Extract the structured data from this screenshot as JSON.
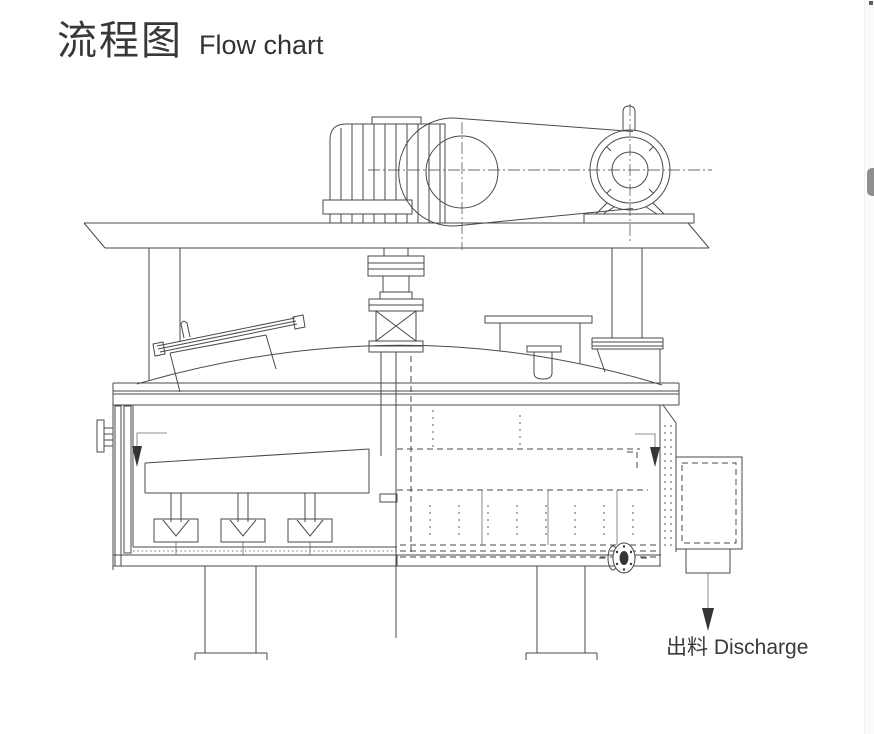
{
  "header": {
    "title_zh": "流程图",
    "title_en": "Flow chart"
  },
  "diagram": {
    "discharge_label": "出料 Discharge",
    "parts": [
      "drive-unit",
      "belt-guard",
      "drive-motor",
      "drive-platform",
      "platform-legs",
      "agitator-shaft-assembly",
      "vessel-dome",
      "manhole-cover",
      "vent-nozzle",
      "dome-bracket",
      "feed-duct",
      "vessel-flange",
      "vessel-shell",
      "side-nozzle",
      "plough-assembly",
      "hidden-detail",
      "flow-arrows",
      "sight-glass",
      "discharge-chute",
      "floor-legs"
    ]
  },
  "colors": {
    "background": "#ffffff",
    "line": "#4a4a4a",
    "text": "#3a3a3a",
    "scrollbar_thumb": "#8f8f8f"
  }
}
